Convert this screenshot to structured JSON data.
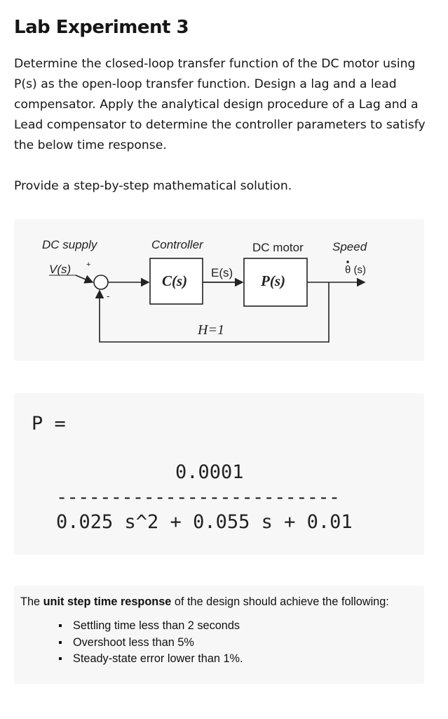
{
  "title": "Lab Experiment 3",
  "paragraph1": "Determine the closed-loop transfer function of the DC motor using P(s) as the open-loop transfer function. Design a lag and a lead compensator. Apply the analytical design procedure of a Lag and a Lead compensator to determine the controller parameters to satisfy the below time response.",
  "paragraph2": "Provide a step-by-step mathematical solution.",
  "diagram": {
    "dc_supply": "DC supply",
    "vs": "V(s)",
    "plus": "+",
    "minus": "-",
    "controller": "Controller",
    "cs": "C(s)",
    "es": "E(s)",
    "dc_motor": "DC motor",
    "ps": "P(s)",
    "speed": "Speed",
    "theta": "θ (s)",
    "h": "H=1"
  },
  "formula": {
    "lhs": "P =",
    "numerator": "0.0001",
    "dashes": "--------------------------",
    "denominator": "0.025 s^2 + 0.055 s + 0.01"
  },
  "requirements": {
    "intro_pre": "The ",
    "intro_bold": "unit step  time response",
    "intro_post": "  of the design should achieve the following:",
    "items": [
      "Settling time less than 2 seconds",
      "Overshoot less than 5%",
      "Steady-state error lower than 1%."
    ]
  }
}
